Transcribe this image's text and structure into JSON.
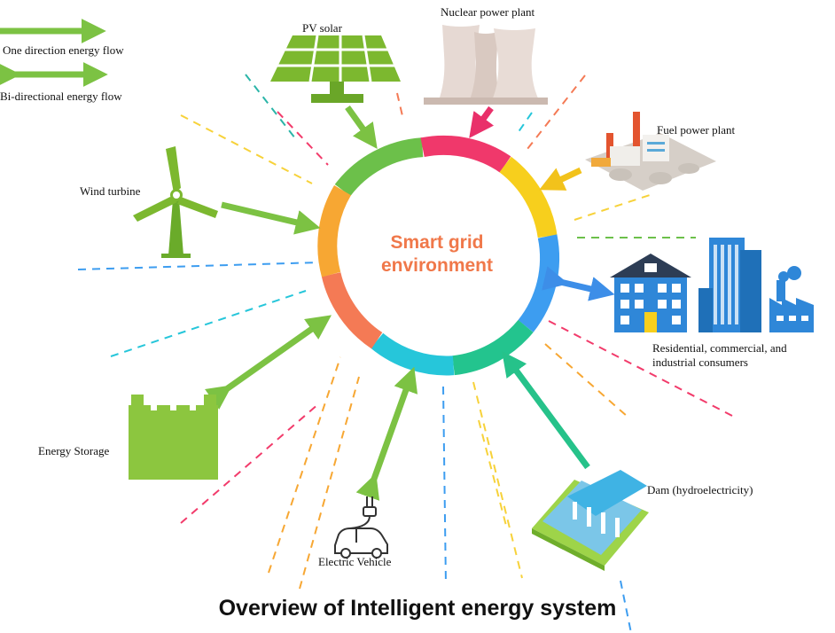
{
  "legend": {
    "one_direction": "One direction energy flow",
    "bi_directional": "Bi-directional energy flow"
  },
  "center": {
    "line1": "Smart grid",
    "line2": "environment"
  },
  "nodes": {
    "pv_solar": "PV solar",
    "nuclear": "Nuclear power plant",
    "fuel": "Fuel power plant",
    "wind": "Wind turbine",
    "consumers_line1": "Residential, commercial, and",
    "consumers_line2": "industrial consumers",
    "storage": "Energy Storage",
    "dam": "Dam (hydroelectricity)",
    "ev": "Electric Vehicle"
  },
  "caption": "Overview of Intelligent energy system",
  "colors": {
    "flow_arrow": "#7cc243",
    "ring_green": "#6cc04a",
    "ring_pink": "#f0386b",
    "ring_yellow": "#f7cf1d",
    "ring_blue": "#3d9df0",
    "ring_teal": "#23c48e",
    "ring_cyan": "#26c6da",
    "ring_orange": "#f47a55",
    "ring_amber": "#f7a733",
    "center_text": "#f0784a"
  }
}
